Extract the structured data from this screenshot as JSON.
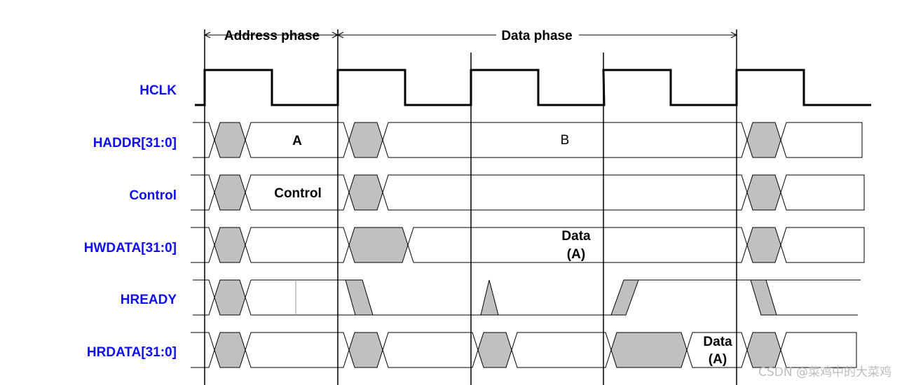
{
  "phases": {
    "address": "Address phase",
    "data": "Data phase"
  },
  "signals": [
    "HCLK",
    "HADDR[31:0]",
    "Control",
    "HWDATA[31:0]",
    "HREADY",
    "HRDATA[31:0]"
  ],
  "values": {
    "haddr_a": "A",
    "haddr_b": "B",
    "control": "Control",
    "hwdata_line1": "Data",
    "hwdata_line2": "(A)",
    "hrdata_line1": "Data",
    "hrdata_line2": "(A)"
  },
  "watermark": "CSDN @菜鸡中的大菜鸡",
  "colors": {
    "signal_label": "#1010ee",
    "transition_fill": "#c0c0c0"
  }
}
